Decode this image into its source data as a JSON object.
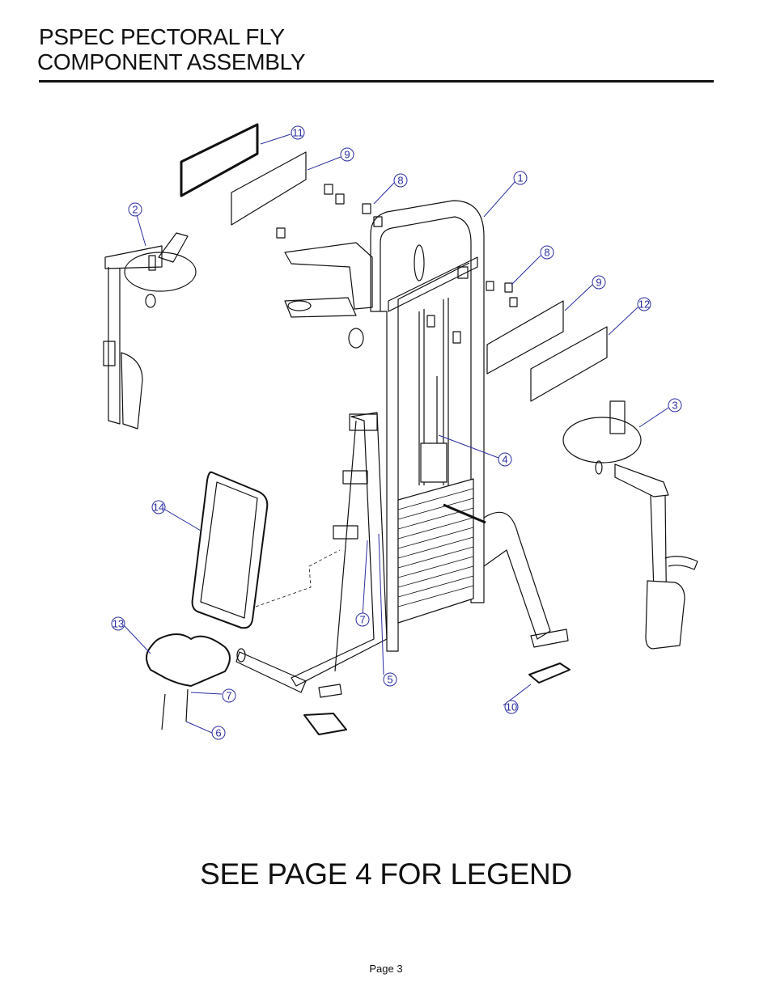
{
  "header": {
    "title_line_1": "PSPEC PECTORAL FLY",
    "title_line_2": "COMPONENT ASSEMBLY"
  },
  "drawing": {
    "callout_color": "#2b2fa0",
    "line_color": "#111111",
    "callouts": [
      "11",
      "9",
      "8",
      "1",
      "2",
      "8",
      "9",
      "12",
      "3",
      "4",
      "14",
      "7",
      "13",
      "5",
      "7",
      "10",
      "6"
    ]
  },
  "footer": {
    "legend_note": "SEE PAGE 4 FOR LEGEND",
    "page_label": "Page 3"
  }
}
